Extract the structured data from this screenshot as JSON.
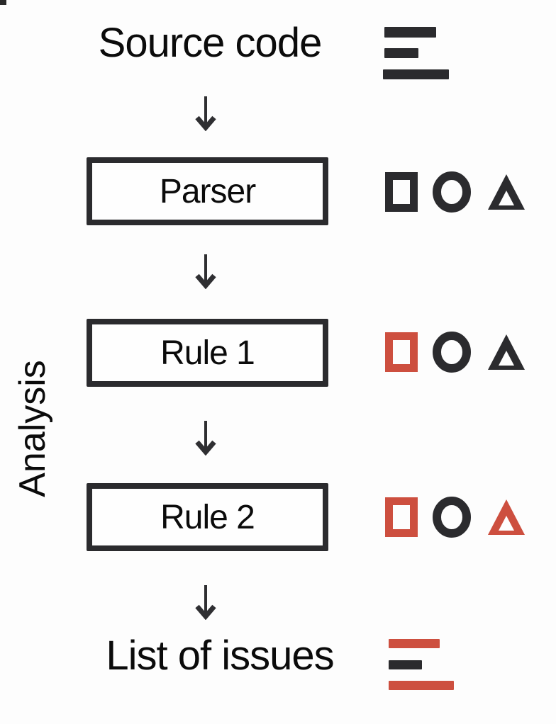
{
  "diagram": {
    "side_label": "Analysis",
    "colors": {
      "dark": "#2b2b2e",
      "red": "#cd4f3f",
      "text": "#0b0b0b",
      "background": "#fdfdfd"
    },
    "flow": [
      {
        "id": "source-code",
        "kind": "label",
        "text": "Source code"
      },
      {
        "id": "parser",
        "kind": "box",
        "text": "Parser"
      },
      {
        "id": "rule-1",
        "kind": "box",
        "text": "Rule 1"
      },
      {
        "id": "rule-2",
        "kind": "box",
        "text": "Rule 2"
      },
      {
        "id": "list-of-issues",
        "kind": "label",
        "text": "List of issues"
      }
    ],
    "icons": {
      "source_code_lines": {
        "type": "text-lines",
        "bars": [
          "#2b2b2e",
          "#2b2b2e",
          "#2b2b2e"
        ]
      },
      "parser_shapes": {
        "square": "#2b2b2e",
        "circle": "#2b2b2e",
        "triangle": "#2b2b2e"
      },
      "rule_1_shapes": {
        "square": "#cd4f3f",
        "circle": "#2b2b2e",
        "triangle": "#2b2b2e"
      },
      "rule_2_shapes": {
        "square": "#cd4f3f",
        "circle": "#2b2b2e",
        "triangle": "#cd4f3f"
      },
      "issues_lines": {
        "type": "text-lines",
        "bars": [
          "#cd4f3f",
          "#2b2b2e",
          "#cd4f3f"
        ]
      }
    },
    "arrow_color": "#2f2f32"
  }
}
